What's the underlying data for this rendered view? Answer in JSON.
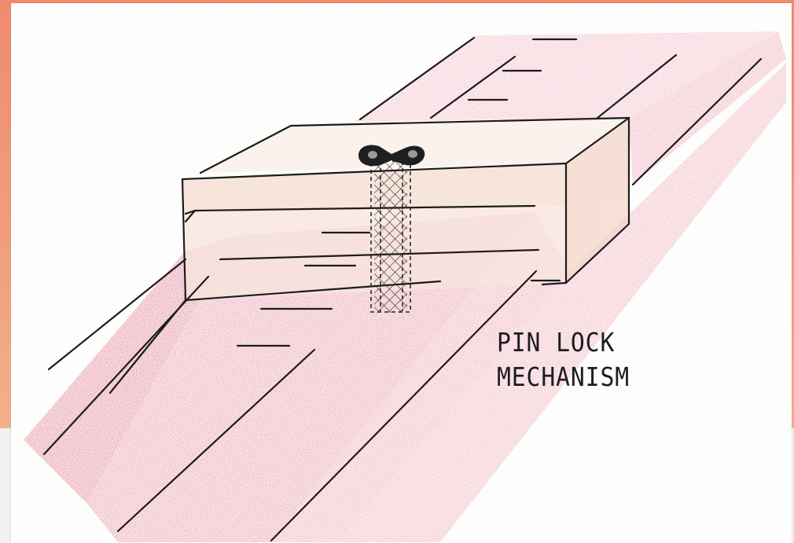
{
  "caption": {
    "line1": "PIN LOCK",
    "line2": "MECHANISM"
  },
  "colors": {
    "background_top": "#ef8a70",
    "paper": "#fdfdfc",
    "rail_shading": "#e37d93",
    "block_shading": "#f3d4c8",
    "ink": "#1c1c1c"
  },
  "illustration": {
    "subject": "sliding block on rail with vertical locking pin",
    "pin_head_icon": "wing-nut-icon"
  }
}
